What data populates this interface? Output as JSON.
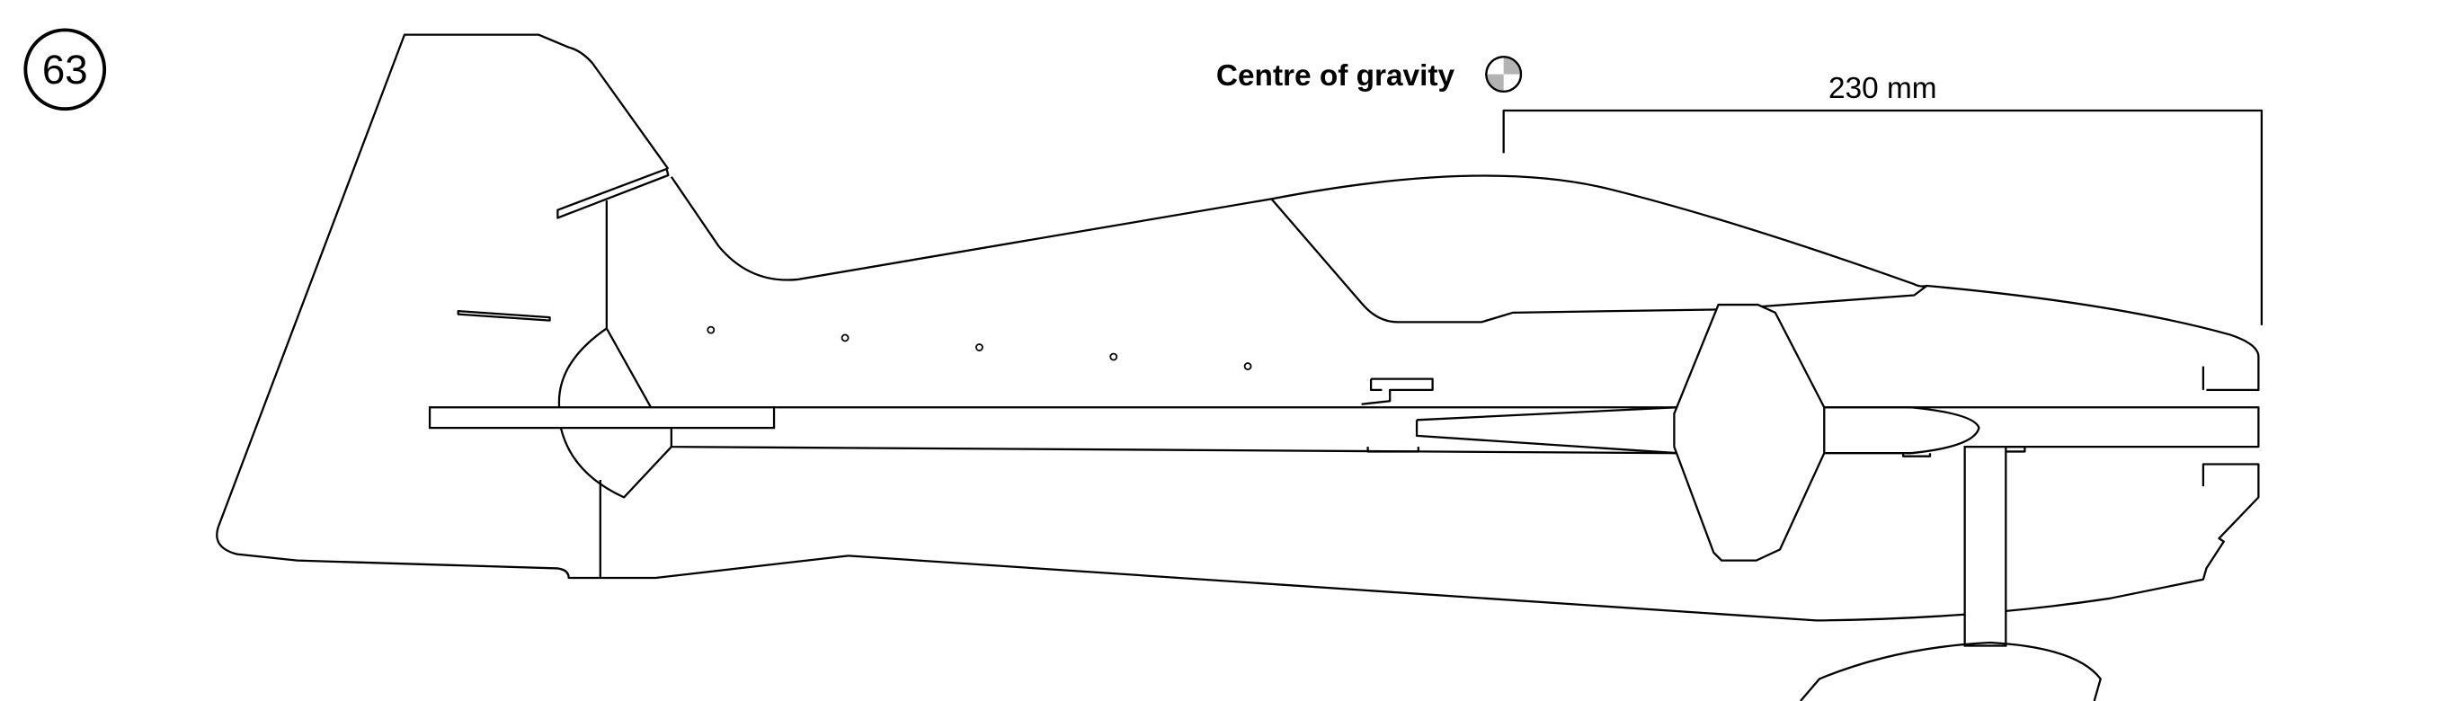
{
  "step_number": "63",
  "cg_label": "Centre of gravity",
  "cg_icon": "centre-of-gravity-symbol",
  "dimension_label": "230 mm",
  "colors": {
    "line": "#000000",
    "cg_fill": "#b3b3b3"
  }
}
